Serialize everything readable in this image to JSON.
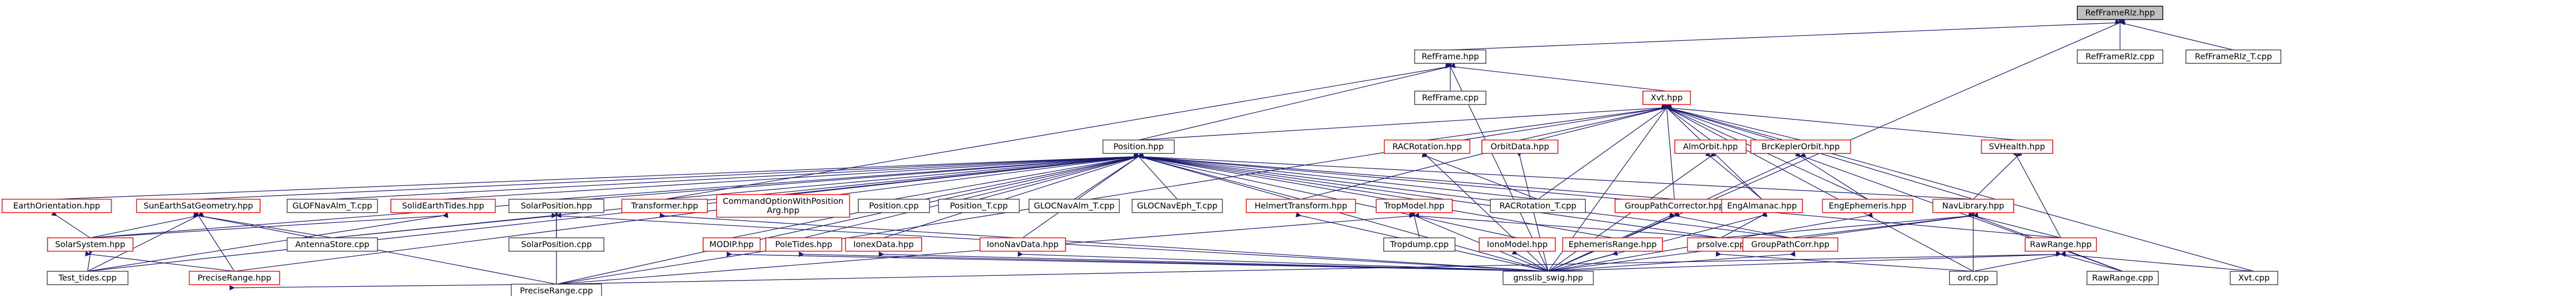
{
  "graph": {
    "nodes": [
      {
        "id": "RefFrameRlz.hpp",
        "label": "RefFrameRlz.hpp",
        "root": true
      },
      {
        "id": "RefFrame.hpp",
        "label": "RefFrame.hpp"
      },
      {
        "id": "RefFrameRlz.cpp",
        "label": "RefFrameRlz.cpp"
      },
      {
        "id": "RefFrameRlz_T.cpp",
        "label": "RefFrameRlz_T.cpp"
      },
      {
        "id": "RefFrame.cpp",
        "label": "RefFrame.cpp"
      },
      {
        "id": "Xvt.hpp",
        "label": "Xvt.hpp",
        "truncated": true
      },
      {
        "id": "Position.hpp",
        "label": "Position.hpp"
      },
      {
        "id": "RACRotation.hpp",
        "label": "RACRotation.hpp",
        "truncated": true
      },
      {
        "id": "OrbitData.hpp",
        "label": "OrbitData.hpp",
        "truncated": true
      },
      {
        "id": "AlmOrbit.hpp",
        "label": "AlmOrbit.hpp",
        "truncated": true
      },
      {
        "id": "BrcKeplerOrbit.hpp",
        "label": "BrcKeplerOrbit.hpp",
        "truncated": true
      },
      {
        "id": "SVHealth.hpp",
        "label": "SVHealth.hpp",
        "truncated": true
      },
      {
        "id": "EarthOrientation.hpp",
        "label": "EarthOrientation.hpp",
        "truncated": true
      },
      {
        "id": "SunEarthSatGeometry.hpp",
        "label": "SunEarthSatGeometry.hpp",
        "truncated": true
      },
      {
        "id": "GLOFNavAlm_T.cpp",
        "label": "GLOFNavAlm_T.cpp"
      },
      {
        "id": "SolidEarthTides.hpp",
        "label": "SolidEarthTides.hpp",
        "truncated": true
      },
      {
        "id": "SolarPosition.hpp",
        "label": "SolarPosition.hpp"
      },
      {
        "id": "Transformer.hpp",
        "label": "Transformer.hpp",
        "truncated": true
      },
      {
        "id": "CommandOptionWithPositionArg.hpp",
        "label": "CommandOptionWithPosition\nArg.hpp",
        "truncated": true
      },
      {
        "id": "Position.cpp",
        "label": "Position.cpp"
      },
      {
        "id": "Position_T.cpp",
        "label": "Position_T.cpp"
      },
      {
        "id": "GLOCNavAlm_T.cpp",
        "label": "GLOCNavAlm_T.cpp"
      },
      {
        "id": "GLOCNavEph_T.cpp",
        "label": "GLOCNavEph_T.cpp"
      },
      {
        "id": "HelmertTransform.hpp",
        "label": "HelmertTransform.hpp",
        "truncated": true
      },
      {
        "id": "TropModel.hpp",
        "label": "TropModel.hpp",
        "truncated": true
      },
      {
        "id": "RACRotation_T.cpp",
        "label": "RACRotation_T.cpp"
      },
      {
        "id": "GroupPathCorrector.hpp",
        "label": "GroupPathCorrector.hpp",
        "truncated": true
      },
      {
        "id": "EngAlmanac.hpp",
        "label": "EngAlmanac.hpp",
        "truncated": true
      },
      {
        "id": "EngEphemeris.hpp",
        "label": "EngEphemeris.hpp",
        "truncated": true
      },
      {
        "id": "NavLibrary.hpp",
        "label": "NavLibrary.hpp",
        "truncated": true
      },
      {
        "id": "SolarSystem.hpp",
        "label": "SolarSystem.hpp",
        "truncated": true
      },
      {
        "id": "AntennaStore.cpp",
        "label": "AntennaStore.cpp"
      },
      {
        "id": "SolarPosition.cpp",
        "label": "SolarPosition.cpp"
      },
      {
        "id": "MODIP.hpp",
        "label": "MODIP.hpp",
        "truncated": true
      },
      {
        "id": "PoleTides.hpp",
        "label": "PoleTides.hpp",
        "truncated": true
      },
      {
        "id": "IonexData.hpp",
        "label": "IonexData.hpp",
        "truncated": true
      },
      {
        "id": "IonoNavData.hpp",
        "label": "IonoNavData.hpp",
        "truncated": true
      },
      {
        "id": "Tropdump.cpp",
        "label": "Tropdump.cpp"
      },
      {
        "id": "IonoModel.hpp",
        "label": "IonoModel.hpp",
        "truncated": true
      },
      {
        "id": "EphemerisRange.hpp",
        "label": "EphemerisRange.hpp",
        "truncated": true
      },
      {
        "id": "prsolve.cpp",
        "label": "prsolve.cpp",
        "truncated": true
      },
      {
        "id": "GroupPathCorr.hpp",
        "label": "GroupPathCorr.hpp",
        "truncated": true
      },
      {
        "id": "RawRange.hpp",
        "label": "RawRange.hpp",
        "truncated": true
      },
      {
        "id": "Test_tides.cpp",
        "label": "Test_tides.cpp"
      },
      {
        "id": "PreciseRange.hpp",
        "label": "PreciseRange.hpp",
        "truncated": true
      },
      {
        "id": "gnsslib_swig.hpp",
        "label": "gnsslib_swig.hpp"
      },
      {
        "id": "ord.cpp",
        "label": "ord.cpp"
      },
      {
        "id": "RawRange.cpp",
        "label": "RawRange.cpp"
      },
      {
        "id": "Xvt.cpp",
        "label": "Xvt.cpp"
      },
      {
        "id": "PreciseRange.cpp",
        "label": "PreciseRange.cpp"
      }
    ],
    "edges": [
      [
        "RefFrameRlz.hpp",
        "RefFrame.hpp"
      ],
      [
        "RefFrameRlz.hpp",
        "RefFrameRlz.cpp"
      ],
      [
        "RefFrameRlz.hpp",
        "RefFrameRlz_T.cpp"
      ],
      [
        "RefFrameRlz.hpp",
        "gnsslib_swig.hpp"
      ],
      [
        "RefFrame.hpp",
        "RefFrame.cpp"
      ],
      [
        "RefFrame.hpp",
        "Xvt.hpp"
      ],
      [
        "RefFrame.hpp",
        "Position.hpp"
      ],
      [
        "RefFrame.hpp",
        "Transformer.hpp"
      ],
      [
        "RefFrame.hpp",
        "gnsslib_swig.hpp"
      ],
      [
        "Xvt.hpp",
        "Position.hpp"
      ],
      [
        "Xvt.hpp",
        "RACRotation.hpp"
      ],
      [
        "Xvt.hpp",
        "OrbitData.hpp"
      ],
      [
        "Xvt.hpp",
        "AlmOrbit.hpp"
      ],
      [
        "Xvt.hpp",
        "BrcKeplerOrbit.hpp"
      ],
      [
        "Xvt.hpp",
        "SVHealth.hpp"
      ],
      [
        "Xvt.hpp",
        "HelmertTransform.hpp"
      ],
      [
        "Xvt.hpp",
        "GroupPathCorrector.hpp"
      ],
      [
        "Xvt.hpp",
        "EngAlmanac.hpp"
      ],
      [
        "Xvt.hpp",
        "EngEphemeris.hpp"
      ],
      [
        "Xvt.hpp",
        "NavLibrary.hpp"
      ],
      [
        "Xvt.hpp",
        "RACRotation_T.cpp"
      ],
      [
        "Xvt.hpp",
        "gnsslib_swig.hpp"
      ],
      [
        "Xvt.hpp",
        "ord.cpp"
      ],
      [
        "Xvt.hpp",
        "RawRange.cpp"
      ],
      [
        "Xvt.hpp",
        "Xvt.cpp"
      ],
      [
        "Xvt.hpp",
        "PreciseRange.cpp"
      ],
      [
        "Position.hpp",
        "EarthOrientation.hpp"
      ],
      [
        "Position.hpp",
        "SunEarthSatGeometry.hpp"
      ],
      [
        "Position.hpp",
        "GLOFNavAlm_T.cpp"
      ],
      [
        "Position.hpp",
        "SolidEarthTides.hpp"
      ],
      [
        "Position.hpp",
        "SolarPosition.hpp"
      ],
      [
        "Position.hpp",
        "Transformer.hpp"
      ],
      [
        "Position.hpp",
        "CommandOptionWithPositionArg.hpp"
      ],
      [
        "Position.hpp",
        "Position.cpp"
      ],
      [
        "Position.hpp",
        "Position_T.cpp"
      ],
      [
        "Position.hpp",
        "GLOCNavAlm_T.cpp"
      ],
      [
        "Position.hpp",
        "GLOCNavEph_T.cpp"
      ],
      [
        "Position.hpp",
        "HelmertTransform.hpp"
      ],
      [
        "Position.hpp",
        "TropModel.hpp"
      ],
      [
        "Position.hpp",
        "RACRotation_T.cpp"
      ],
      [
        "Position.hpp",
        "GroupPathCorrector.hpp"
      ],
      [
        "Position.hpp",
        "NavLibrary.hpp"
      ],
      [
        "Position.hpp",
        "SolarSystem.hpp"
      ],
      [
        "Position.hpp",
        "AntennaStore.cpp"
      ],
      [
        "Position.hpp",
        "MODIP.hpp"
      ],
      [
        "Position.hpp",
        "PoleTides.hpp"
      ],
      [
        "Position.hpp",
        "IonexData.hpp"
      ],
      [
        "Position.hpp",
        "IonoNavData.hpp"
      ],
      [
        "Position.hpp",
        "IonoModel.hpp"
      ],
      [
        "Position.hpp",
        "EphemerisRange.hpp"
      ],
      [
        "Position.hpp",
        "prsolve.cpp"
      ],
      [
        "Position.hpp",
        "GroupPathCorr.hpp"
      ],
      [
        "Position.hpp",
        "RawRange.hpp"
      ],
      [
        "Position.hpp",
        "Test_tides.cpp"
      ],
      [
        "Position.hpp",
        "PreciseRange.hpp"
      ],
      [
        "Position.hpp",
        "gnsslib_swig.hpp"
      ],
      [
        "Position.hpp",
        "PreciseRange.cpp"
      ],
      [
        "RACRotation.hpp",
        "RACRotation_T.cpp"
      ],
      [
        "RACRotation.hpp",
        "gnsslib_swig.hpp"
      ],
      [
        "OrbitData.hpp",
        "gnsslib_swig.hpp"
      ],
      [
        "AlmOrbit.hpp",
        "EngAlmanac.hpp"
      ],
      [
        "AlmOrbit.hpp",
        "gnsslib_swig.hpp"
      ],
      [
        "BrcKeplerOrbit.hpp",
        "EngEphemeris.hpp"
      ],
      [
        "BrcKeplerOrbit.hpp",
        "gnsslib_swig.hpp"
      ],
      [
        "SVHealth.hpp",
        "NavLibrary.hpp"
      ],
      [
        "SVHealth.hpp",
        "RawRange.hpp"
      ],
      [
        "EarthOrientation.hpp",
        "SolarSystem.hpp"
      ],
      [
        "SunEarthSatGeometry.hpp",
        "SolarSystem.hpp"
      ],
      [
        "SunEarthSatGeometry.hpp",
        "AntennaStore.cpp"
      ],
      [
        "SunEarthSatGeometry.hpp",
        "Test_tides.cpp"
      ],
      [
        "SunEarthSatGeometry.hpp",
        "PreciseRange.hpp"
      ],
      [
        "SunEarthSatGeometry.hpp",
        "PreciseRange.cpp"
      ],
      [
        "SolidEarthTides.hpp",
        "SolarSystem.hpp"
      ],
      [
        "SolidEarthTides.hpp",
        "Test_tides.cpp"
      ],
      [
        "SolarPosition.hpp",
        "AntennaStore.cpp"
      ],
      [
        "SolarPosition.hpp",
        "SolarPosition.cpp"
      ],
      [
        "SolarPosition.hpp",
        "gnsslib_swig.hpp"
      ],
      [
        "SolarPosition.hpp",
        "PreciseRange.cpp"
      ],
      [
        "Transformer.hpp",
        "gnsslib_swig.hpp"
      ],
      [
        "MODIP.hpp",
        "gnsslib_swig.hpp"
      ],
      [
        "PoleTides.hpp",
        "gnsslib_swig.hpp"
      ],
      [
        "IonexData.hpp",
        "gnsslib_swig.hpp"
      ],
      [
        "IonoNavData.hpp",
        "gnsslib_swig.hpp"
      ],
      [
        "HelmertTransform.hpp",
        "gnsslib_swig.hpp"
      ],
      [
        "TropModel.hpp",
        "Tropdump.cpp"
      ],
      [
        "TropModel.hpp",
        "prsolve.cpp"
      ],
      [
        "TropModel.hpp",
        "gnsslib_swig.hpp"
      ],
      [
        "TropModel.hpp",
        "PreciseRange.cpp"
      ],
      [
        "GroupPathCorrector.hpp",
        "GroupPathCorr.hpp"
      ],
      [
        "GroupPathCorrector.hpp",
        "gnsslib_swig.hpp"
      ],
      [
        "EngAlmanac.hpp",
        "prsolve.cpp"
      ],
      [
        "EngAlmanac.hpp",
        "gnsslib_swig.hpp"
      ],
      [
        "EngEphemeris.hpp",
        "gnsslib_swig.hpp"
      ],
      [
        "NavLibrary.hpp",
        "GroupPathCorr.hpp"
      ],
      [
        "NavLibrary.hpp",
        "prsolve.cpp"
      ],
      [
        "NavLibrary.hpp",
        "RawRange.hpp"
      ],
      [
        "NavLibrary.hpp",
        "gnsslib_swig.hpp"
      ],
      [
        "NavLibrary.hpp",
        "ord.cpp"
      ],
      [
        "NavLibrary.hpp",
        "RawRange.cpp"
      ],
      [
        "IonoModel.hpp",
        "gnsslib_swig.hpp"
      ],
      [
        "EphemerisRange.hpp",
        "gnsslib_swig.hpp"
      ],
      [
        "GroupPathCorr.hpp",
        "gnsslib_swig.hpp"
      ],
      [
        "prsolve.cpp",
        "ord.cpp"
      ],
      [
        "RawRange.hpp",
        "gnsslib_swig.hpp"
      ],
      [
        "RawRange.hpp",
        "ord.cpp"
      ],
      [
        "RawRange.hpp",
        "RawRange.cpp"
      ],
      [
        "RawRange.hpp",
        "Xvt.cpp"
      ],
      [
        "RawRange.hpp",
        "PreciseRange.cpp"
      ],
      [
        "SolarSystem.hpp",
        "Test_tides.cpp"
      ],
      [
        "SolarSystem.hpp",
        "PreciseRange.hpp"
      ],
      [
        "PreciseRange.hpp",
        "PreciseRange.cpp"
      ]
    ]
  }
}
